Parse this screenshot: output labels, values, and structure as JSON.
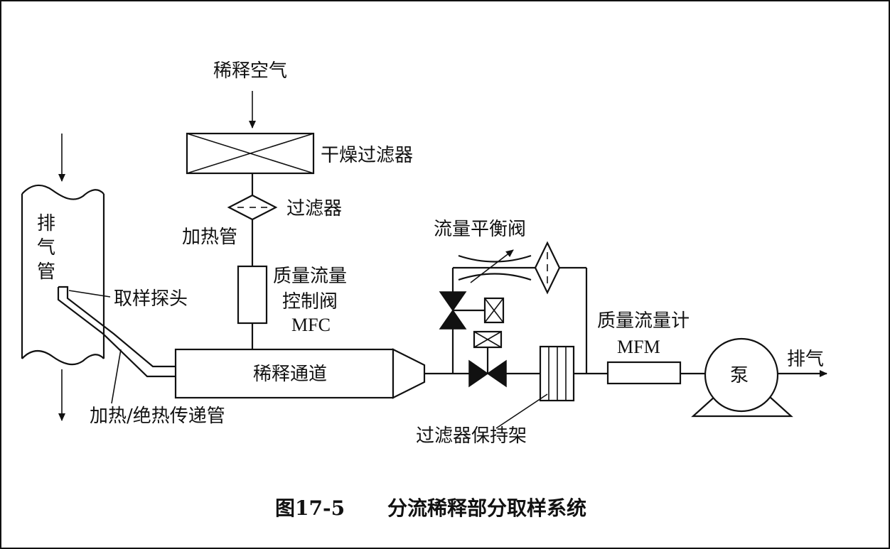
{
  "labels": {
    "dilution_air": "稀释空气",
    "dry_filter": "干燥过滤器",
    "filter": "过滤器",
    "heated_tube_top": "加热管",
    "mass_flow_control_valve_l1": "质量流量",
    "mass_flow_control_valve_l2": "控制阀",
    "mfc": "MFC",
    "exhaust_pipe_c1": "排",
    "exhaust_pipe_c2": "气",
    "exhaust_pipe_c3": "管",
    "sampling_probe": "取样探头",
    "dilution_tunnel": "稀释通道",
    "heated_insulated_transfer_tube": "加热/绝热传递管",
    "flow_balance_valve": "流量平衡阀",
    "mass_flow_meter": "质量流量计",
    "mfm": "MFM",
    "pump": "泵",
    "exhaust_out": "排气",
    "filter_holder": "过滤器保持架"
  },
  "caption": {
    "number": "图17-5",
    "title": "分流稀释部分取样系统"
  }
}
